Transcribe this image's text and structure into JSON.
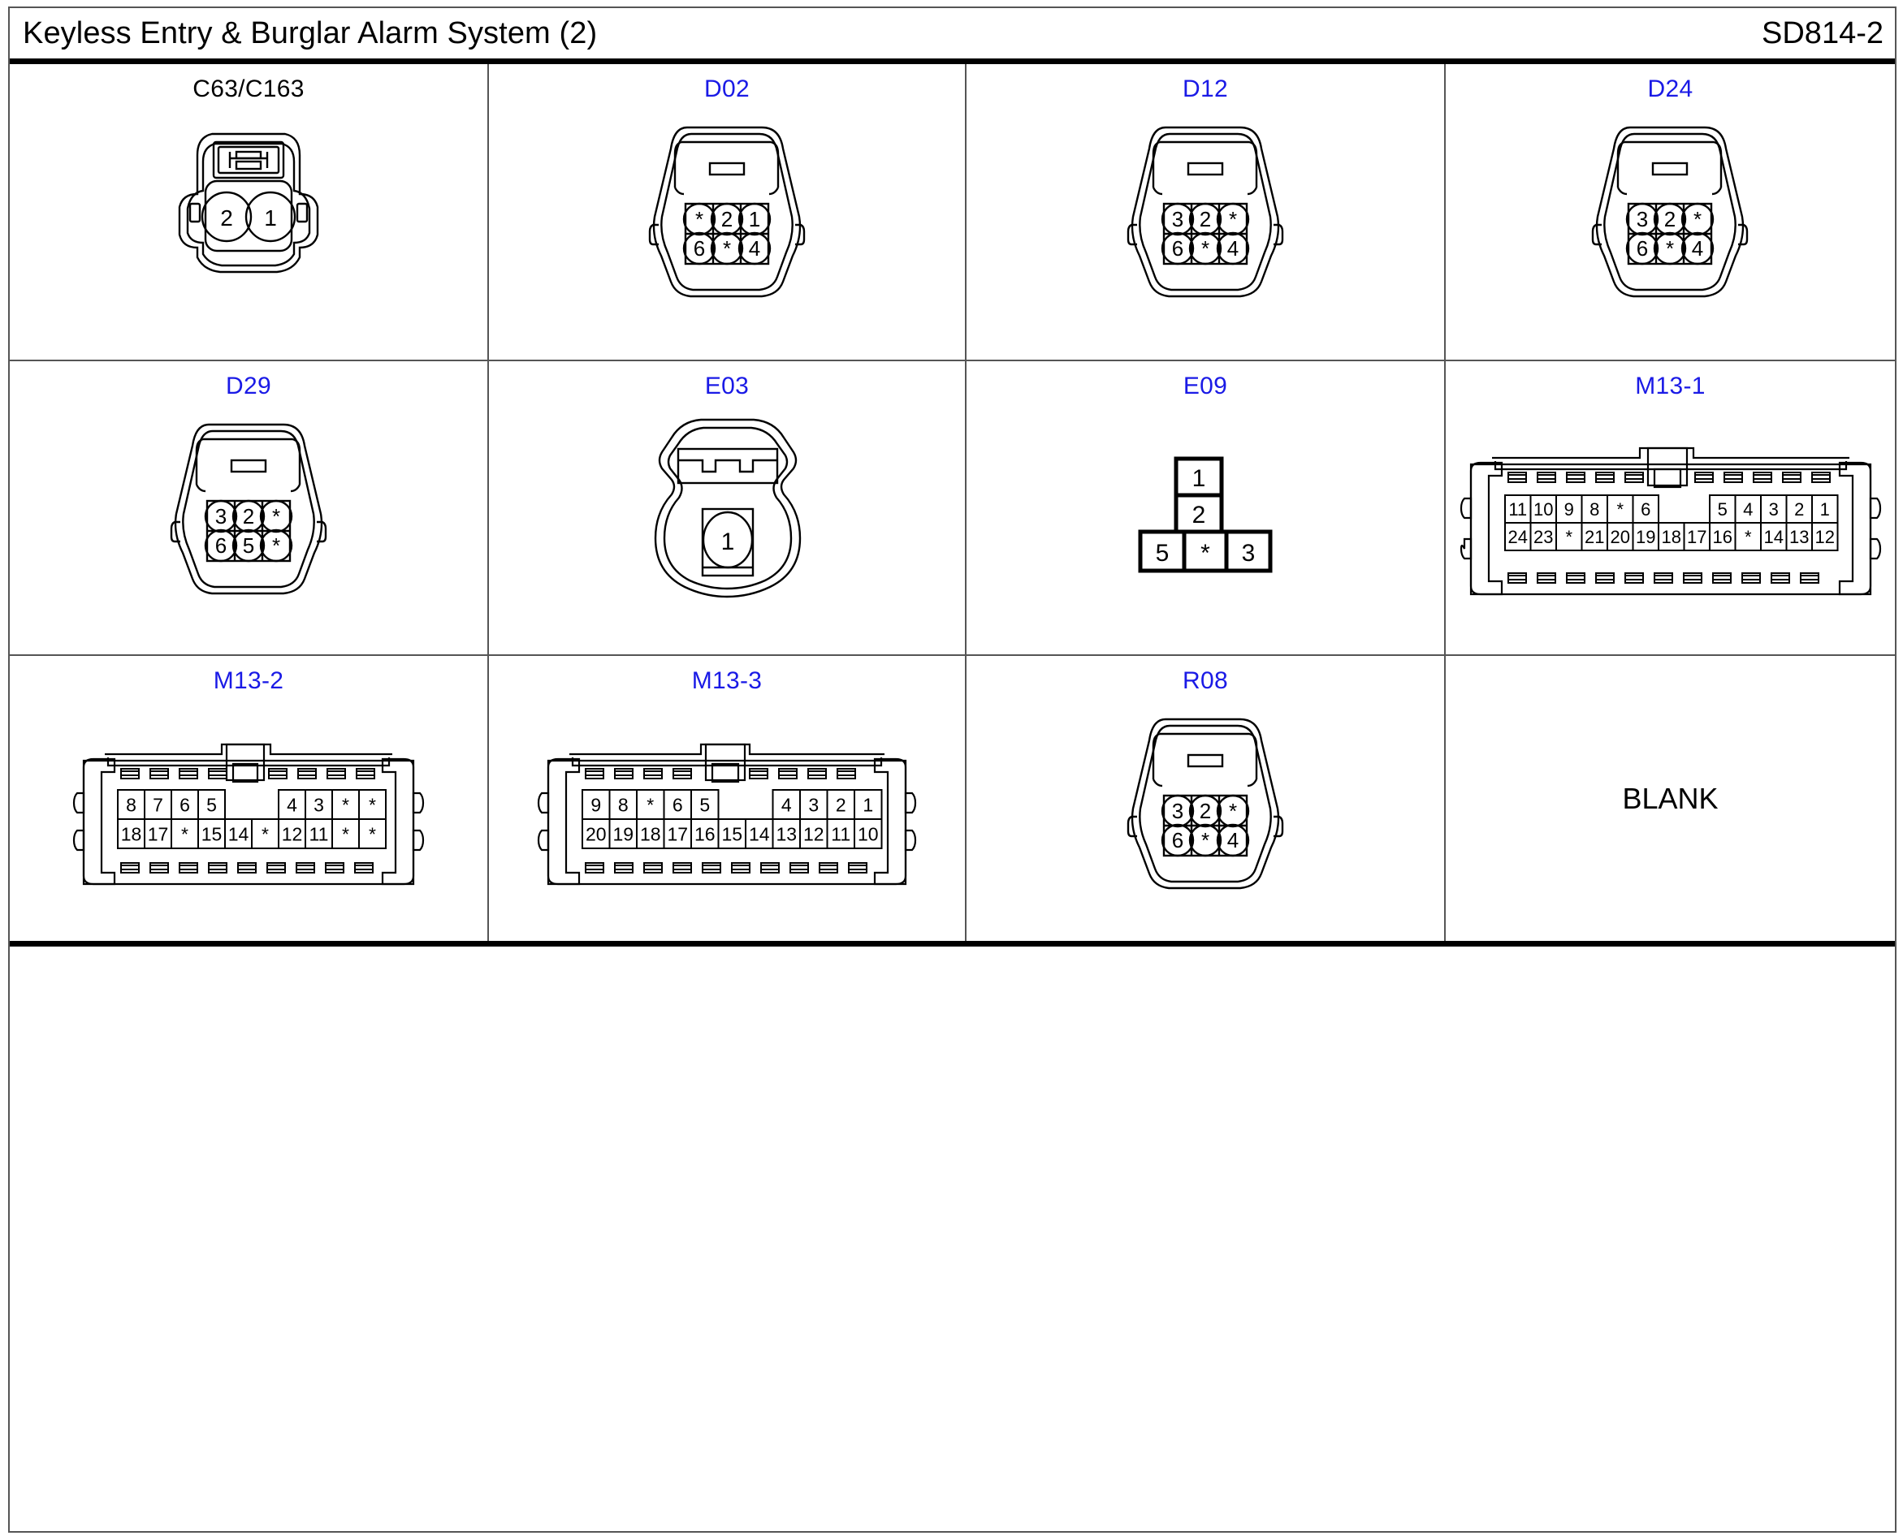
{
  "header": {
    "title": "Keyless Entry & Burglar Alarm System (2)",
    "code": "SD814-2"
  },
  "colors": {
    "connector_label": "#1a1ae6",
    "text": "#000000",
    "rule": "#000000",
    "grid_line": "#555555",
    "background": "#ffffff"
  },
  "grid": {
    "columns": 4,
    "rows": 3
  },
  "connectors": [
    {
      "id": "c63-c163",
      "label": "C63/C163",
      "label_color": "black",
      "type": "round-2pin",
      "pins": [
        [
          "2",
          "1"
        ]
      ]
    },
    {
      "id": "d02",
      "label": "D02",
      "label_color": "blue",
      "type": "round-6pin",
      "pins": [
        [
          "*",
          "2",
          "1"
        ],
        [
          "6",
          "*",
          "4"
        ]
      ]
    },
    {
      "id": "d12",
      "label": "D12",
      "label_color": "blue",
      "type": "round-6pin",
      "pins": [
        [
          "3",
          "2",
          "*"
        ],
        [
          "6",
          "*",
          "4"
        ]
      ]
    },
    {
      "id": "d24",
      "label": "D24",
      "label_color": "blue",
      "type": "round-6pin",
      "pins": [
        [
          "3",
          "2",
          "*"
        ],
        [
          "6",
          "*",
          "4"
        ]
      ]
    },
    {
      "id": "d29",
      "label": "D29",
      "label_color": "blue",
      "type": "round-6pin",
      "pins": [
        [
          "3",
          "2",
          "*"
        ],
        [
          "6",
          "5",
          "*"
        ]
      ]
    },
    {
      "id": "e03",
      "label": "E03",
      "label_color": "blue",
      "type": "round-1pin",
      "pins": [
        [
          "1"
        ]
      ]
    },
    {
      "id": "e09",
      "label": "E09",
      "label_color": "blue",
      "type": "t-shape-5pin",
      "pins_top": [
        "1",
        "2"
      ],
      "pins_bottom": [
        "5",
        "*",
        "3"
      ]
    },
    {
      "id": "m13-1",
      "label": "M13-1",
      "label_color": "blue",
      "type": "rect-multipin",
      "columns": 13,
      "pins_top": [
        "11",
        "10",
        "9",
        "8",
        "*",
        "6",
        "",
        "",
        "5",
        "4",
        "3",
        "2",
        "1"
      ],
      "pins_bottom": [
        "24",
        "23",
        "*",
        "21",
        "20",
        "19",
        "18",
        "17",
        "16",
        "*",
        "14",
        "13",
        "12"
      ]
    },
    {
      "id": "m13-2",
      "label": "M13-2",
      "label_color": "blue",
      "type": "rect-multipin",
      "columns": 10,
      "pins_top": [
        "8",
        "7",
        "6",
        "5",
        "",
        "",
        "4",
        "3",
        "*",
        "*"
      ],
      "pins_bottom": [
        "18",
        "17",
        "*",
        "15",
        "14",
        "*",
        "12",
        "11",
        "*",
        "*"
      ]
    },
    {
      "id": "m13-3",
      "label": "M13-3",
      "label_color": "blue",
      "type": "rect-multipin",
      "columns": 11,
      "pins_top": [
        "9",
        "8",
        "*",
        "6",
        "5",
        "",
        "",
        "4",
        "3",
        "2",
        "1"
      ],
      "pins_bottom": [
        "20",
        "19",
        "18",
        "17",
        "16",
        "15",
        "14",
        "13",
        "12",
        "11",
        "10"
      ]
    },
    {
      "id": "r08",
      "label": "R08",
      "label_color": "blue",
      "type": "round-6pin",
      "pins": [
        [
          "3",
          "2",
          "*"
        ],
        [
          "6",
          "*",
          "4"
        ]
      ]
    },
    {
      "id": "blank",
      "label": "BLANK",
      "label_color": "black",
      "type": "blank"
    }
  ]
}
